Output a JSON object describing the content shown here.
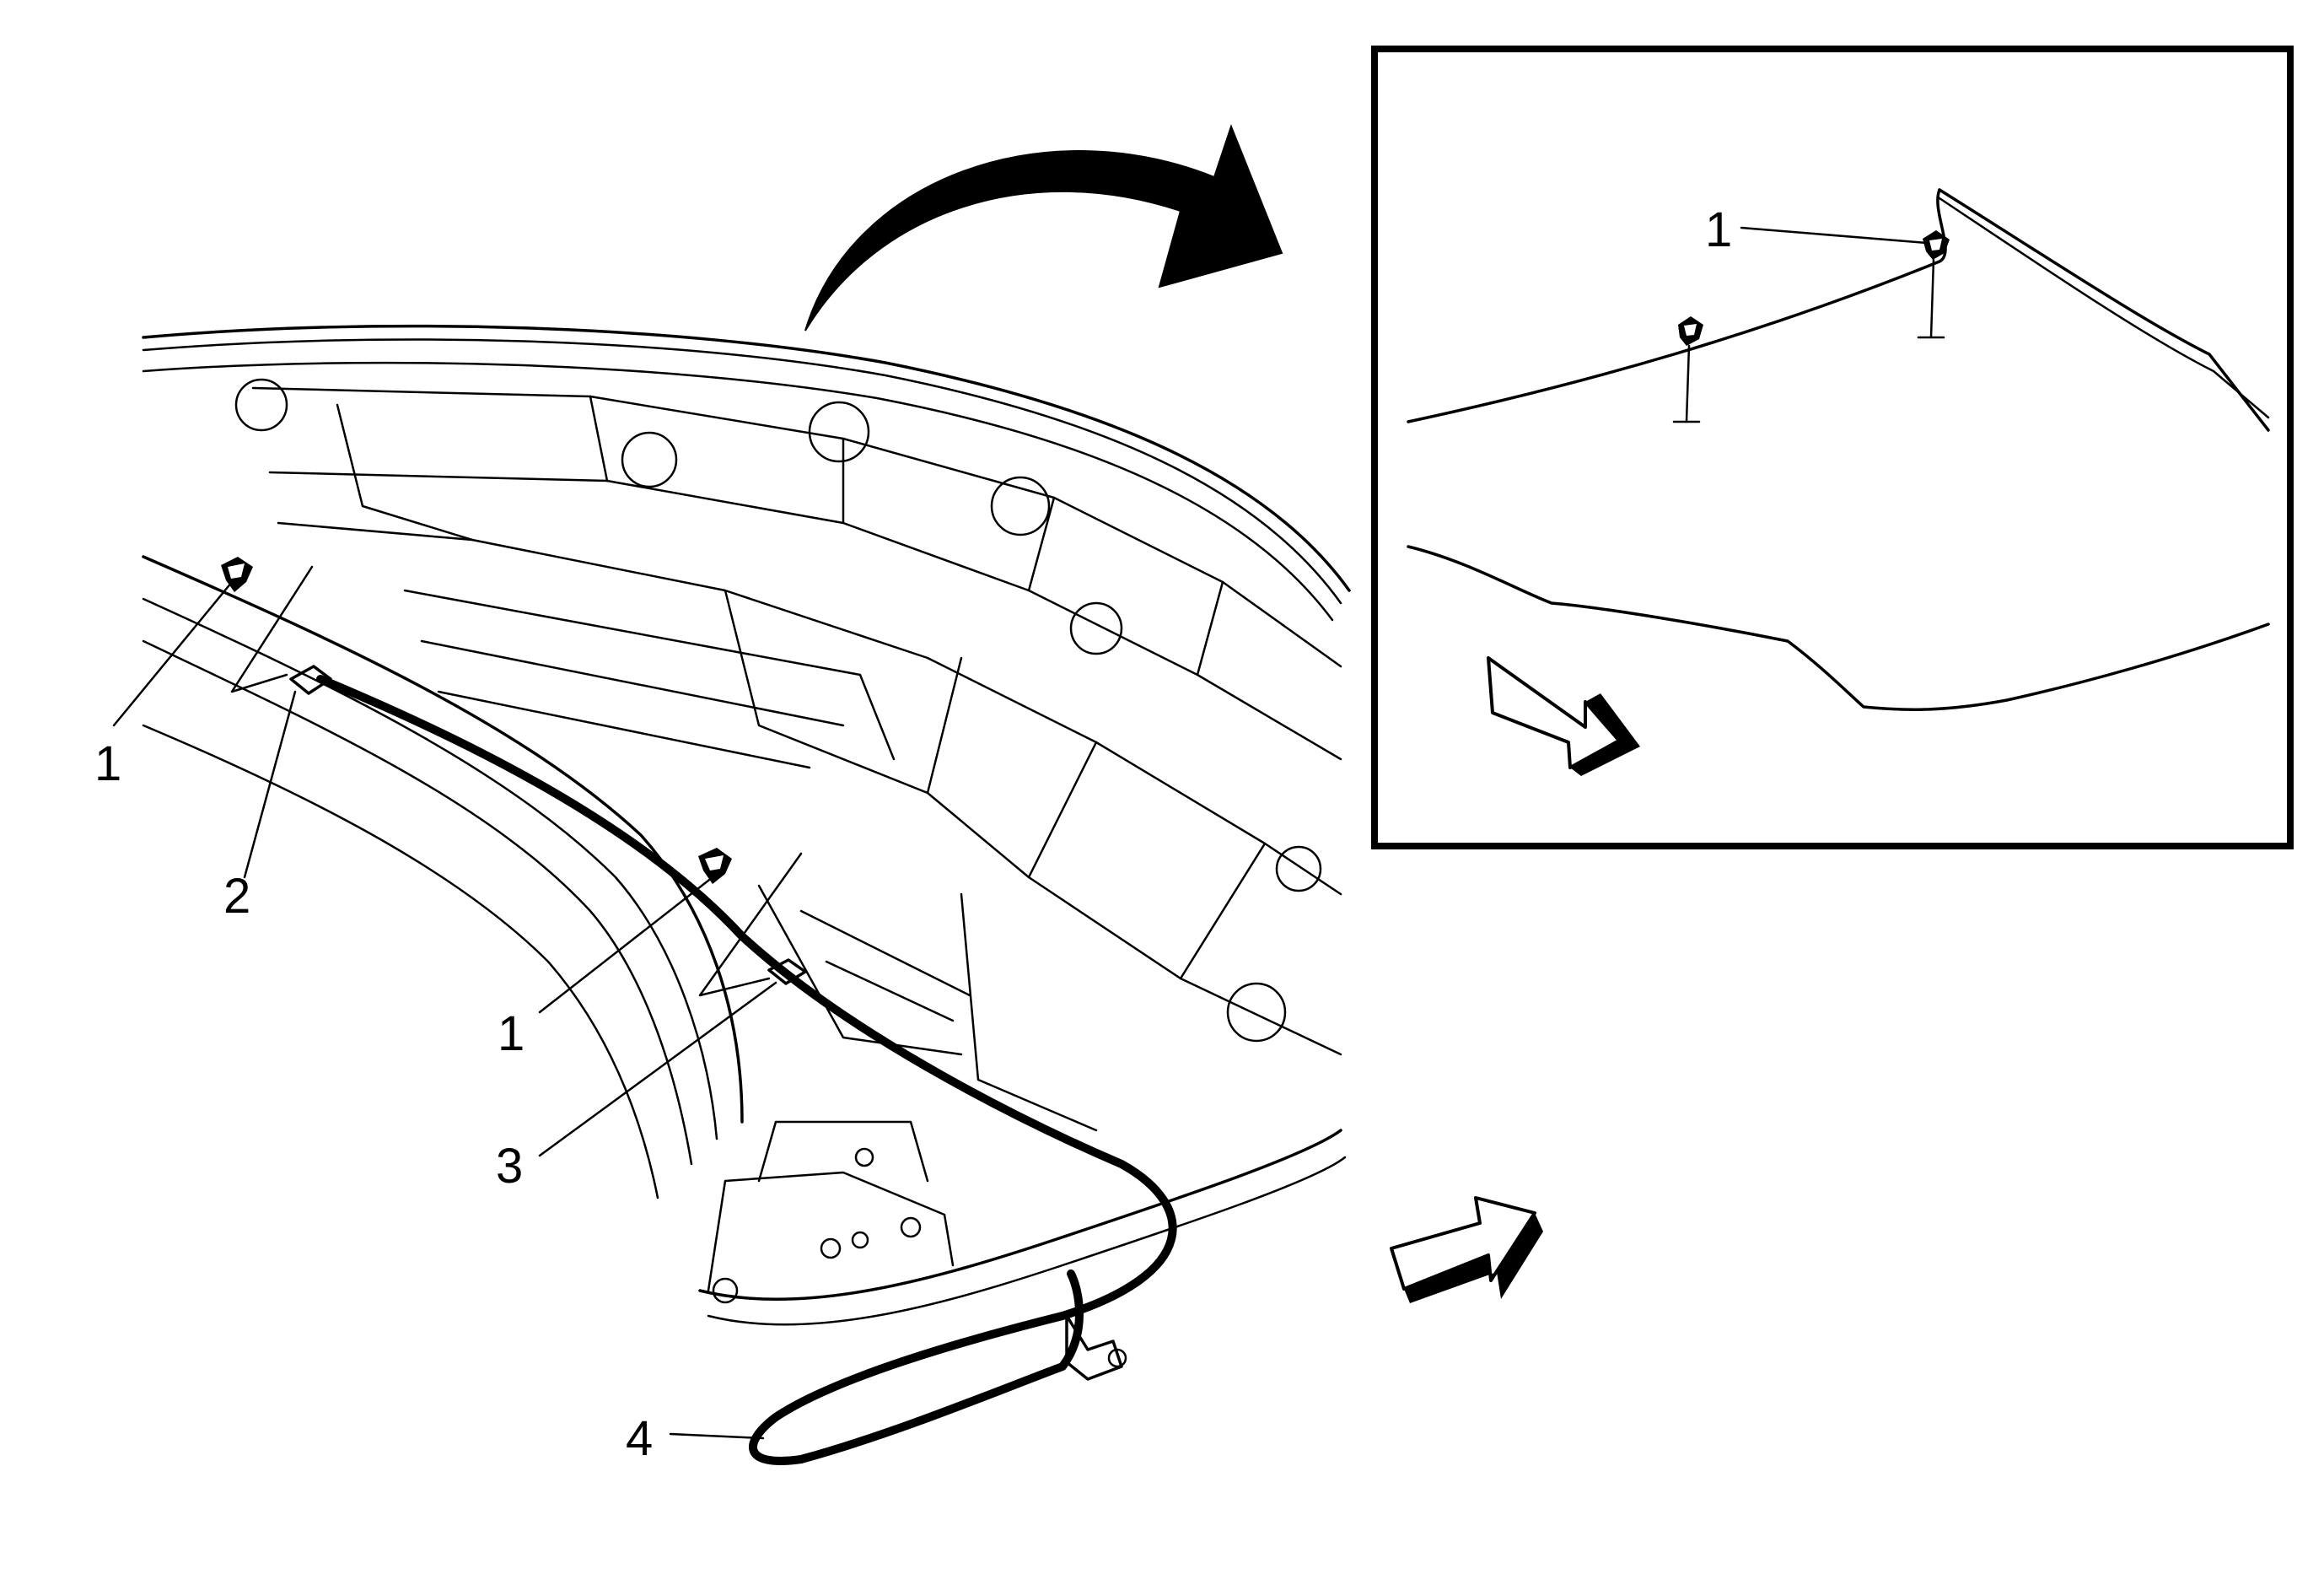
{
  "figure": {
    "main_callouts": [
      {
        "label": "1"
      },
      {
        "label": "2"
      },
      {
        "label": "1"
      },
      {
        "label": "3"
      },
      {
        "label": "4"
      }
    ],
    "inset_callouts": [
      {
        "label": "1"
      }
    ]
  },
  "icons": {
    "transition_arrow": "curved-arrow-icon",
    "front_direction": "direction-arrow-icon"
  }
}
